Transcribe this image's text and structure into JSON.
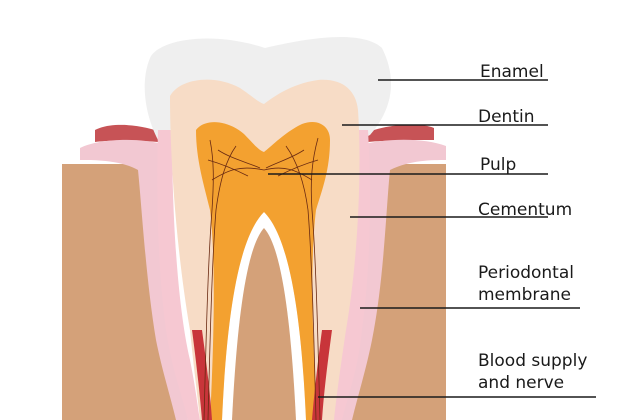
{
  "labels": {
    "enamel": "Enamel",
    "dentin": "Dentin",
    "pulp": "Pulp",
    "cementum": "Cementum",
    "periodontal_line1": "Periodontal",
    "periodontal_line2": "membrane",
    "blood_line1": "Blood supply",
    "blood_line2": "and nerve"
  },
  "colors": {
    "bone": "#d4a179",
    "gum_pink": "#f2c8d2",
    "gum_red": "#c75356",
    "enamel": "#efefef",
    "dentin": "#f7dcc6",
    "cementum": "#f6c8d2",
    "pulp": "#f3a130",
    "vessel": "#c8353a",
    "leader": "#1a1a1a"
  }
}
